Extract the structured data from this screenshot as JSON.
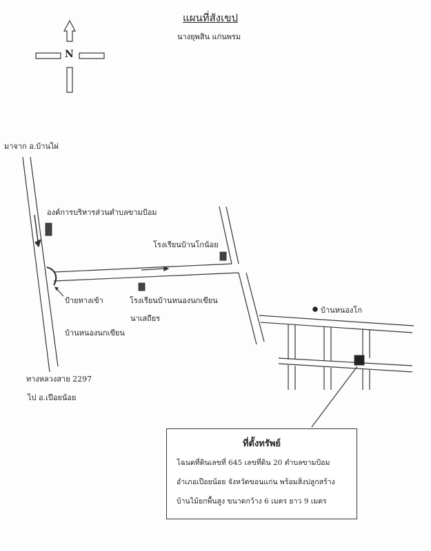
{
  "header": {
    "title": "แผนที่สังเขป",
    "owner": "นางยุพสิน   แก่นพรม"
  },
  "compass": {
    "north_label": "N"
  },
  "labels": {
    "from_road": "มาจาก อ.บ้านไผ่",
    "sao_office": "องค์การบริหารส่วนตำบลขามป้อม",
    "school_bankonoi": "โรงเรียนบ้านโกน้อย",
    "school_nongnok_1": "โรงเรียนบ้านหนองนกเขียน",
    "school_nongnok_2": "นาเสถียร",
    "sign_1": "ป้ายทางเข้า",
    "sign_2": "บ้านหนองนกเขียน",
    "village_nongko": "บ้านหนองโก",
    "highway_1": "ทางหลวงสาย 2297",
    "highway_2": "ไป อ.เปือยน้อย"
  },
  "property": {
    "heading": "ที่ตั้งทรัพย์",
    "line1": "โฉนดที่ดินเลขที่  645  เลขที่ดิน  20  ตำบลขามป้อม",
    "line2": "อำเภอเปือยน้อย  จังหวัดขอนแก่น  พร้อมสิ่งปลูกสร้าง",
    "line3": "บ้านไม้ยกพื้นสูง  ขนาดกว้าง  6  เมตร  ยาว  9  เมตร"
  },
  "colors": {
    "ink": "#222222",
    "paper": "#fdfdfd"
  }
}
